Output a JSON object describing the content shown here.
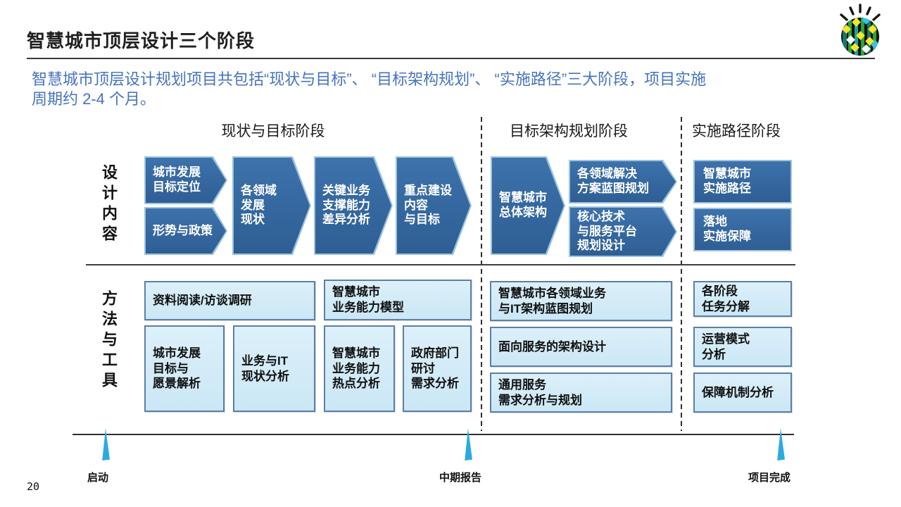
{
  "slide": {
    "title": "智慧城市顶层设计三个阶段",
    "page_number": "20",
    "intro_text": "智慧城市顶层设计规划项目共包括“现状与目标”、 “目标架构规划”、 “实施路径”三大阶段，项目实施\n周期约 2-4 个月。"
  },
  "phases": [
    {
      "label": "现状与目标阶段"
    },
    {
      "label": "目标架构规划阶段"
    },
    {
      "label": "实施路径阶段"
    }
  ],
  "design_row": {
    "label": "设计内容",
    "items": [
      {
        "text": "城市发展\n目标定位"
      },
      {
        "text": "形势与政策"
      },
      {
        "text": "各领域\n发展\n现状"
      },
      {
        "text": "关键业务\n支撑能力\n差异分析"
      },
      {
        "text": "重点建设\n内容\n与目标"
      },
      {
        "text": "智慧城市\n总体架构"
      },
      {
        "text": "各领域解决\n方案蓝图规划"
      },
      {
        "text": "核心技术\n与服务平台\n规划设计"
      },
      {
        "text": "智慧城市\n实施路径"
      },
      {
        "text": "落地\n实施保障"
      }
    ]
  },
  "methods_row": {
    "label": "方法与工具",
    "items": [
      {
        "text": "资料阅读/访谈调研"
      },
      {
        "text": "智慧城市\n业务能力模型"
      },
      {
        "text": "城市发展\n目标与\n愿景解析"
      },
      {
        "text": "业务与IT\n现状分析"
      },
      {
        "text": "智慧城市\n业务能力\n热点分析"
      },
      {
        "text": "政府部门\n研讨\n需求分析"
      },
      {
        "text": "智慧城市各领域业务\n与IT架构蓝图规划"
      },
      {
        "text": "面向服务的架构设计"
      },
      {
        "text": "通用服务\n需求分析与规划"
      },
      {
        "text": "各阶段\n任务分解"
      },
      {
        "text": "运营模式\n分析"
      },
      {
        "text": "保障机制分析"
      }
    ]
  },
  "timeline": {
    "milestones": [
      {
        "label": "启动"
      },
      {
        "label": "中期报告"
      },
      {
        "label": "项目完成"
      }
    ]
  },
  "icons": {
    "logo": "smarter-planet-logo"
  },
  "colors": {
    "step_fill": "#35679F",
    "step_border": "#9CC4E0",
    "method_fill": "#CFE9F6",
    "method_border": "#5C7FA5",
    "intro_text": "#4673BF",
    "milestone_marker": "#29ABE2",
    "line": "#3A3A3A"
  }
}
